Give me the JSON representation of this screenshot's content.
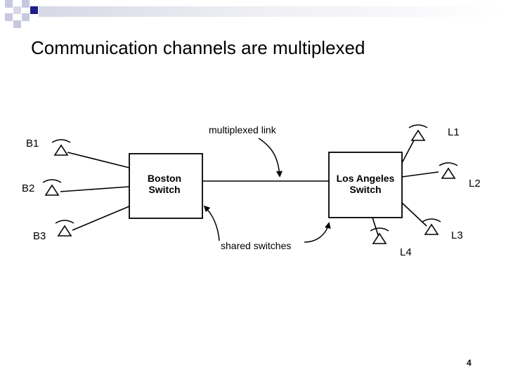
{
  "slide": {
    "title": "Communication channels are multiplexed",
    "page_number": "4"
  },
  "diagram": {
    "boston_switch": [
      "Boston",
      "Switch"
    ],
    "la_switch": [
      "Los Angeles",
      "Switch"
    ],
    "multiplexed_link_label": "multiplexed link",
    "shared_switches_label": "shared switches",
    "boston_phones": [
      "B1",
      "B2",
      "B3"
    ],
    "la_phones": [
      "L1",
      "L2",
      "L3",
      "L4"
    ]
  },
  "colors": {
    "accent_dark": "#1f1f8c",
    "accent_light": "#c8c8e0",
    "line": "#000000"
  }
}
